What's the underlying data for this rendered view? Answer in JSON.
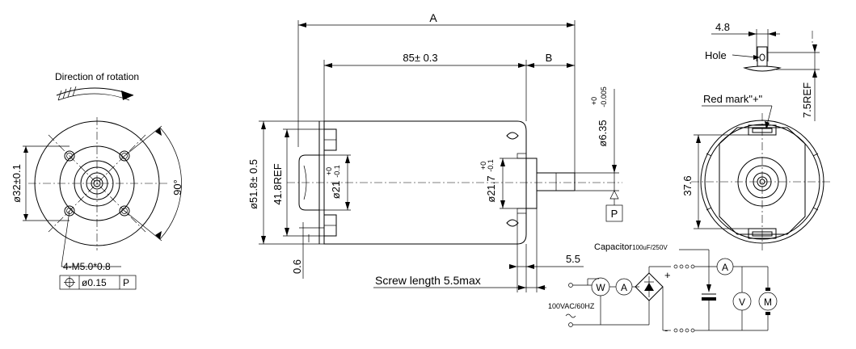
{
  "front_view": {
    "rotation_label": "Direction of rotation",
    "dia_32": "ø32±0.1",
    "angle_90": "90°",
    "thread": "4-M5.0*0.8",
    "tolerance_value": "ø0.15",
    "datum": "P"
  },
  "side_view": {
    "dim_a": "A",
    "dim_85": "85± 0.3",
    "dim_b": "B",
    "dia_shaft": "ø6.35",
    "dia_shaft_tol_top": "+0",
    "dia_shaft_tol_bot": "-0.005",
    "dia_518": "ø51.8± 0.5",
    "ref_418": "41.8REF",
    "dia_21": "ø21",
    "dia_21_tol_top": "+0",
    "dia_21_tol_bot": "-0.1",
    "dia_217": "ø21.7",
    "dia_217_tol_top": "+0",
    "dia_217_tol_bot": "-0.1",
    "datum": "P",
    "dim_06": "0.6",
    "dim_55": "5.5",
    "screw_note": "Screw length 5.5max"
  },
  "rear_view": {
    "dim_48": "4.8",
    "hole": "Hole",
    "red_mark": "Red mark\"+\"",
    "ref_75": "7.5REF",
    "dim_376": "37.6"
  },
  "circuit": {
    "capacitor_main": "Capacitor",
    "capacitor_spec": "100uF/250V",
    "supply": "100VAC/60HZ",
    "w_meter": "W",
    "a_meter_left": "A",
    "a_meter_right": "A",
    "v_meter": "V",
    "m_symbol": "M",
    "plus": "+",
    "minus": "-"
  }
}
